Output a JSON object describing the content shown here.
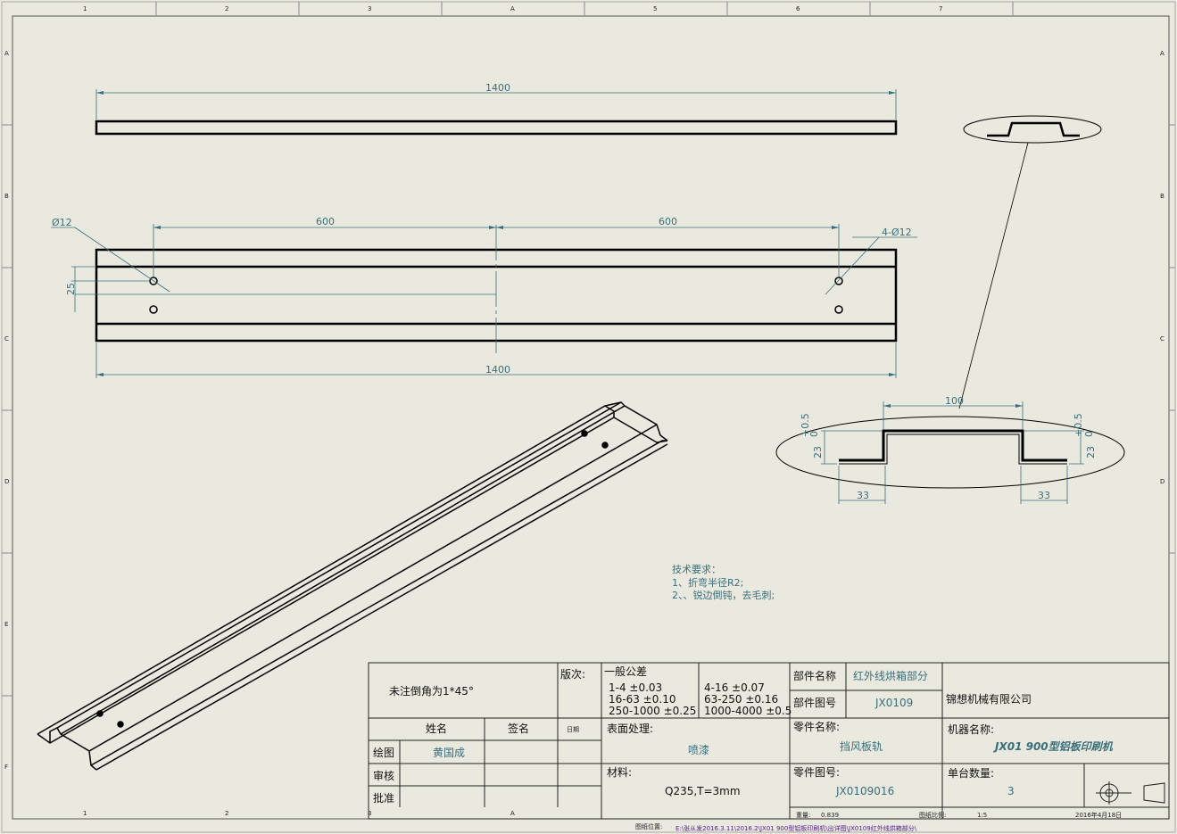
{
  "border": {
    "col_labels": [
      "1",
      "2",
      "3",
      "A",
      "5",
      "6",
      "7"
    ],
    "col_labels_bottom": [
      "1",
      "2",
      "3",
      "A"
    ],
    "row_labels": [
      "A",
      "B",
      "C",
      "D",
      "E",
      "F"
    ]
  },
  "views": {
    "top": {
      "length_dim": "1400"
    },
    "front": {
      "hole_dia": "Ø12",
      "spacing_left": "600",
      "spacing_right": "600",
      "holes_callout": "4-Ø12",
      "hole_offset": "25",
      "length_dim": "1400"
    },
    "section": {
      "width_top": "100",
      "flange_left": "33",
      "flange_right": "33",
      "height": "23",
      "tol_left": "+0.5",
      "tol_left_low": "0",
      "tol_right": "+0.5",
      "tol_right_low": "0"
    }
  },
  "notes": {
    "title": "技术要求：",
    "line1": "1、折弯半径R2;",
    "line2": "2、、锐边倒钝，去毛刺;"
  },
  "title_block": {
    "chamfer_note": "未注倒角为1*45°",
    "revision_label": "版次:",
    "tolerance_title": "一般公差",
    "tol_1": "1-4  ±0.03",
    "tol_2": "16-63  ±0.10",
    "tol_3": "250-1000  ±0.25",
    "tol_4": "4-16  ±0.07",
    "tol_5": "63-250  ±0.16",
    "tol_6": "1000-4000  ±0.5",
    "part_name_label": "部件名称",
    "part_name_value": "红外线烘箱部分",
    "part_no_label": "部件图号",
    "part_no_value": "JX0109",
    "company": "锦想机械有限公司",
    "name_label": "姓名",
    "sign_label": "签名",
    "date_label": "日期",
    "draw_label": "绘图",
    "draw_value": "黄国成",
    "review_label": "审核",
    "approve_label": "批准",
    "surface_label": "表面处理:",
    "surface_value": "喷漆",
    "material_label": "材料:",
    "material_value": "Q235,T=3mm",
    "component_name_label": "零件名称:",
    "component_name_value": "挡风板轨",
    "component_no_label": "零件图号:",
    "component_no_value": "JX0109016",
    "machine_label": "机器名称:",
    "machine_value": "JX01    900型铝板印刷机",
    "qty_label": "单台数量:",
    "qty_value": "3",
    "weight_label": "重量:",
    "weight_value": "0.839",
    "scale_label": "图纸比例:",
    "scale_value": "1:5",
    "date_value": "2016年4月18日",
    "path_label": "图纸位置:",
    "path_value": "E:\\张从发2016.3.11\\2016.2\\JX01   900型铝板印刷机\\出详图\\JX0109红外线烘箱部分\\"
  }
}
